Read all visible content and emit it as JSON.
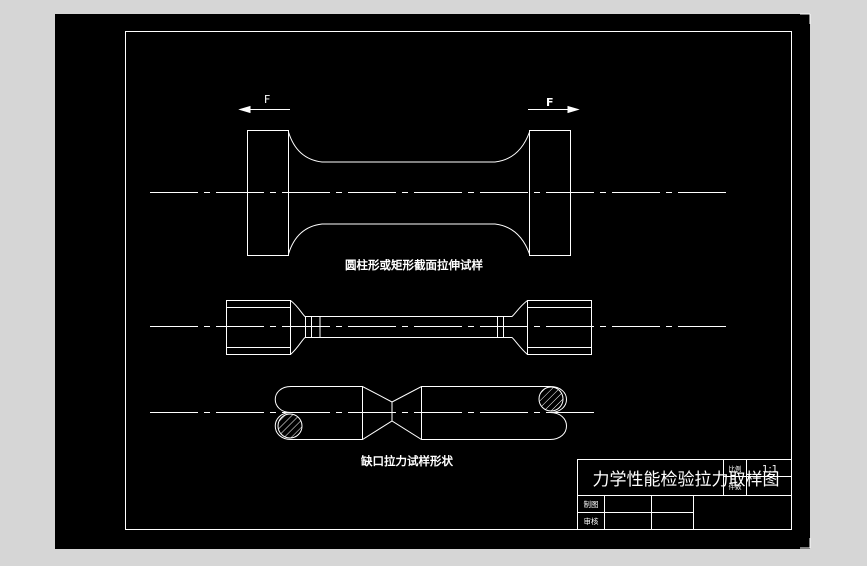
{
  "colors": {
    "background_outer": "#d6d6d6",
    "canvas": "#000000",
    "line": "#ffffff"
  },
  "drawing": {
    "force_left": "F",
    "force_right": "F",
    "caption_round_specimen": "圆柱形或矩形截面拉伸试样",
    "caption_notched_specimen": "缺口拉力试样形状"
  },
  "title_block": {
    "title": "力学性能检验拉力取样图",
    "scale_label": "比例",
    "scale_value": "1:1",
    "sheet_label": "件数",
    "drawn_by_label": "制图",
    "reviewed_by_label": "审核"
  }
}
